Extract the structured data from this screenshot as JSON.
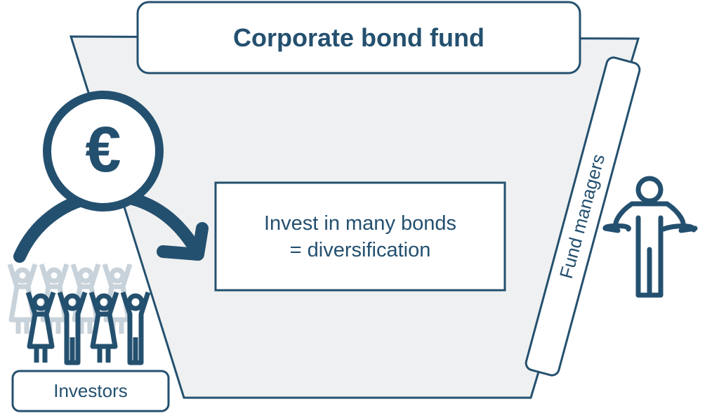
{
  "title": "Corporate bond fund",
  "center_text": [
    "Invest in many bonds",
    "= diversification"
  ],
  "investors_label": "Investors",
  "fund_managers_label": "Fund managers",
  "currency_symbol": "€",
  "colors": {
    "primary": "#24506f",
    "fund_fill": "#eff0f1",
    "faded": "#c8d2da"
  }
}
